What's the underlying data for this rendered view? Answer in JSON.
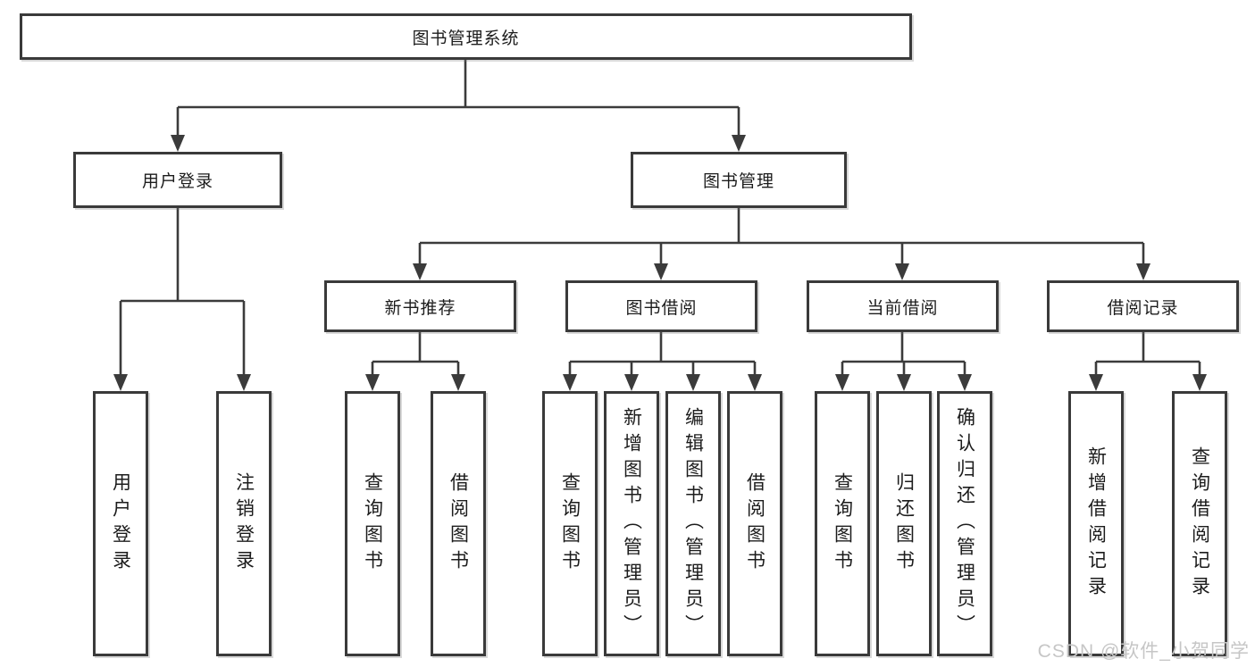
{
  "tree": {
    "label": "图书管理系统",
    "children": [
      {
        "label": "用户登录",
        "children": [
          {
            "label": "用户登录"
          },
          {
            "label": "注销登录"
          }
        ]
      },
      {
        "label": "图书管理",
        "children": [
          {
            "label": "新书推荐",
            "children": [
              {
                "label": "查询图书"
              },
              {
                "label": "借阅图书"
              }
            ]
          },
          {
            "label": "图书借阅",
            "children": [
              {
                "label": "查询图书"
              },
              {
                "label": "新增图书（管理员）"
              },
              {
                "label": "编辑图书（管理员）"
              },
              {
                "label": "借阅图书"
              }
            ]
          },
          {
            "label": "当前借阅",
            "children": [
              {
                "label": "查询图书"
              },
              {
                "label": "归还图书"
              },
              {
                "label": "确认归还（管理员）"
              }
            ]
          },
          {
            "label": "借阅记录",
            "children": [
              {
                "label": "新增借阅记录"
              },
              {
                "label": "查询借阅记录"
              }
            ]
          }
        ]
      }
    ]
  },
  "watermark": "CSDN @软件_小贺同学",
  "colors": {
    "line": "#3b3b3b",
    "text": "#1c1c1c",
    "watermark": "#c6c6c6"
  }
}
